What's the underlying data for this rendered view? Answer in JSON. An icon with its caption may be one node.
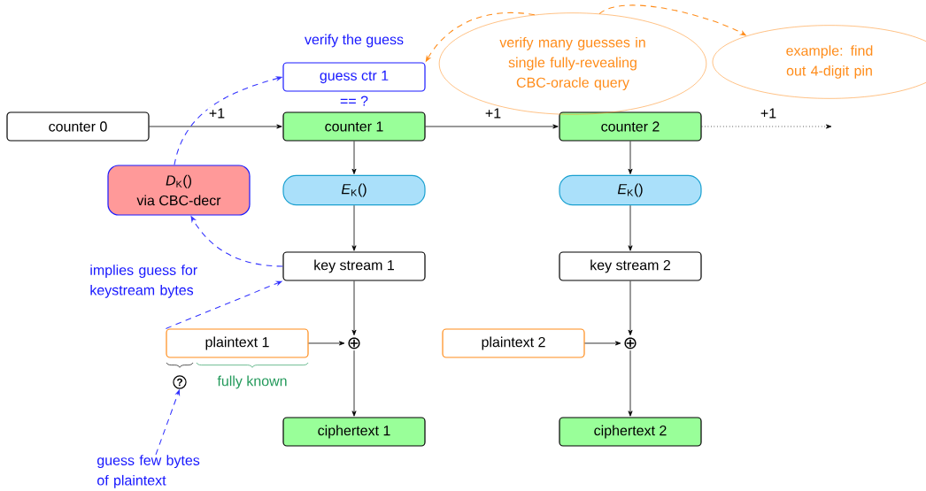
{
  "diagram": {
    "nodes": [
      {
        "text": [
          "counter 0"
        ]
      },
      {
        "text": [
          "guess ctr 1"
        ],
        "beside": [
          "verify the guess"
        ]
      },
      {
        "text": [
          "counter 1"
        ]
      },
      {
        "text": [
          "counter 2"
        ]
      },
      {
        "text": [
          "*D*$_{K}$()",
          "via CBC-decr"
        ]
      },
      {
        "text": [
          "*E*$_{K}$()"
        ]
      },
      {
        "text": [
          "*E*$_{K}$()"
        ]
      },
      {
        "text": [
          "key stream 1"
        ]
      },
      {
        "text": [
          "key stream 2"
        ]
      },
      {
        "text": [
          "plaintext 1"
        ]
      },
      {
        "text": [
          "⊕"
        ]
      },
      {
        "text": [
          "plaintext 2"
        ]
      },
      {
        "text": [
          "⊕"
        ]
      },
      {
        "text": [
          "ciphertext 1"
        ]
      },
      {
        "text": [
          "ciphertext 2"
        ]
      },
      {
        "text": [
          "verify many guesses in single fully-revealing CBC-oracle query"
        ]
      },
      {
        "text": [
          "example: find out 4-digit pin"
        ]
      },
      {
        "text": [
          "?"
        ]
      },
      {
        "text": [
          "guess few bytes of plaintext"
        ]
      }
    ],
    "edges": [
      {
        "from": 0,
        "to": 2,
        "arrow": "to",
        "label": "+1"
      },
      {
        "from": 2,
        "to": 3,
        "arrow": "to",
        "label": "+1"
      },
      {
        "from": 3,
        "to": null,
        "arrow": "to",
        "label": "+1",
        "style": "dashed"
      },
      {
        "from": 2,
        "to": 5,
        "arrow": "to"
      },
      {
        "from": 5,
        "to": 7,
        "arrow": "to"
      },
      {
        "from": 3,
        "to": 6,
        "arrow": "to"
      },
      {
        "from": 6,
        "to": 8,
        "arrow": "to"
      },
      {
        "from": 7,
        "to": 10,
        "arrow": "to"
      },
      {
        "from": 8,
        "to": 12,
        "arrow": "to"
      },
      {
        "from": 9,
        "to": 10,
        "arrow": "to"
      },
      {
        "from": 11,
        "to": 12,
        "arrow": "to"
      },
      {
        "from": 10,
        "to": 13,
        "arrow": "to"
      },
      {
        "from": 12,
        "to": 14,
        "arrow": "to"
      },
      {
        "from": 4,
        "to": 1,
        "arrow": "to",
        "style": "dashed",
        "color": "#3333ff"
      },
      {
        "from": 7,
        "to": 4,
        "arrow": "to",
        "style": "dashed",
        "color": "#3333ff"
      },
      {
        "from": 9,
        "to": 7,
        "arrow": "to",
        "style": "dashed",
        "color": "#3333ff",
        "label": "implies guess for keystream bytes"
      },
      {
        "from": 18,
        "to": 17,
        "arrow": "to",
        "style": "dashed",
        "color": "#3333ff"
      },
      {
        "from": 15,
        "to": 1,
        "arrow": "to",
        "style": "dashed",
        "color": "#ff8c1a"
      },
      {
        "from": 15,
        "to": 16,
        "arrow": "to",
        "style": "dashed",
        "color": "#ff8c1a"
      }
    ],
    "labels": [
      "== ?",
      "fully known"
    ]
  }
}
